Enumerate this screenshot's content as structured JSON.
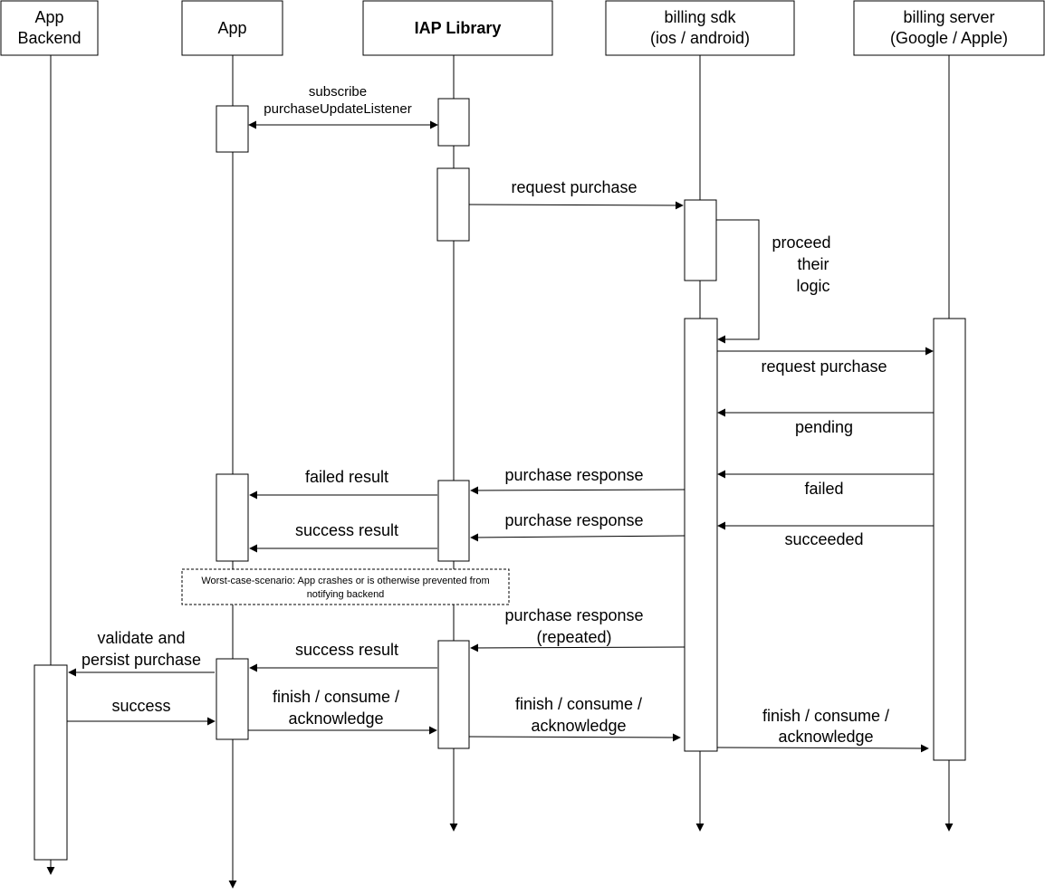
{
  "participants": {
    "backend": {
      "line1": "App",
      "line2": "Backend"
    },
    "app": {
      "line1": "App"
    },
    "iap": {
      "line1": "IAP Library"
    },
    "sdk": {
      "line1": "billing sdk",
      "line2": "(ios / android)"
    },
    "server": {
      "line1": "billing server",
      "line2": "(Google / Apple)"
    }
  },
  "messages": {
    "subscribe": {
      "line1": "subscribe",
      "line2": "purchaseUpdateListener"
    },
    "request_purchase_1": "request purchase",
    "proceed": {
      "line1": "proceed",
      "line2": "their",
      "line3": "logic"
    },
    "request_purchase_2": "request purchase",
    "pending": "pending",
    "failed": "failed",
    "succeeded": "succeeded",
    "purchase_response_1": "purchase response",
    "purchase_response_2": "purchase response",
    "failed_result": "failed result",
    "success_result_1": "success result",
    "purchase_response_repeated": {
      "line1": "purchase response",
      "line2": "(repeated)"
    },
    "success_result_2": "success result",
    "validate": {
      "line1": "validate and",
      "line2": "persist purchase"
    },
    "success": "success",
    "finish_app_iap": {
      "line1": "finish / consume /",
      "line2": "acknowledge"
    },
    "finish_iap_sdk": {
      "line1": "finish / consume /",
      "line2": "acknowledge"
    },
    "finish_sdk_server": {
      "line1": "finish / consume /",
      "line2": "acknowledge"
    }
  },
  "note": {
    "line1": "Worst-case-scenario: App crashes or is otherwise prevented from",
    "line2": "notifying backend"
  }
}
